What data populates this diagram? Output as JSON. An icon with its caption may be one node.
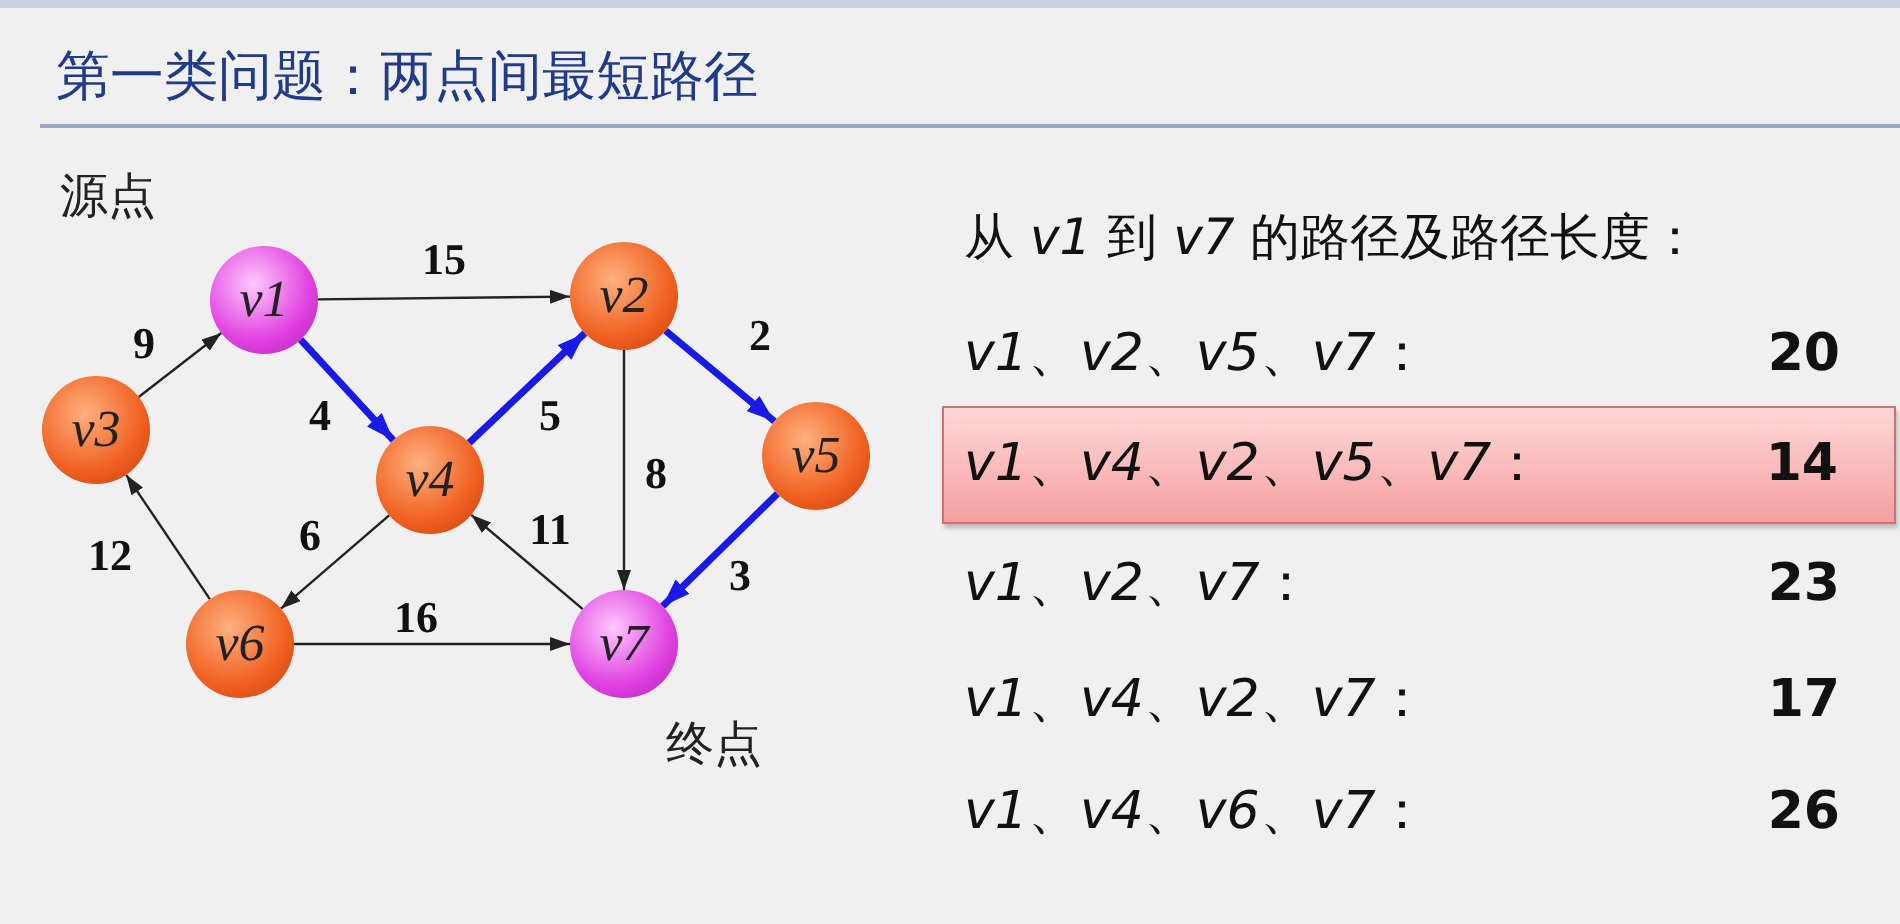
{
  "diagram": {
    "title": "第一类问题：两点间最短路径",
    "nodes": [
      {
        "text": [
          "v1"
        ],
        "beside": [
          "源点"
        ]
      },
      {
        "text": [
          "v2"
        ]
      },
      {
        "text": [
          "v3"
        ]
      },
      {
        "text": [
          "v4"
        ]
      },
      {
        "text": [
          "v5"
        ]
      },
      {
        "text": [
          "v6"
        ]
      },
      {
        "text": [
          "v7"
        ],
        "beside": [
          "终点"
        ]
      },
      {
        "text": [
          "*v1*、*v4*、*v2*、*v5*、*v7*：",
          "14"
        ]
      }
    ],
    "edges": [
      {
        "from": 0,
        "to": 1,
        "arrow": "to",
        "label": "15"
      },
      {
        "from": 2,
        "to": 0,
        "arrow": "to",
        "label": "9"
      },
      {
        "from": 0,
        "to": 3,
        "arrow": "to",
        "label": "4",
        "style": "thick",
        "color": "#1a1ae6"
      },
      {
        "from": 3,
        "to": 1,
        "arrow": "to",
        "label": "5",
        "style": "thick",
        "color": "#1a1ae6"
      },
      {
        "from": 1,
        "to": 4,
        "arrow": "to",
        "label": "2",
        "style": "thick",
        "color": "#1a1ae6"
      },
      {
        "from": 1,
        "to": 6,
        "arrow": "to",
        "label": "8"
      },
      {
        "from": 4,
        "to": 6,
        "arrow": "to",
        "label": "3",
        "style": "thick",
        "color": "#1a1ae6"
      },
      {
        "from": 3,
        "to": 5,
        "arrow": "to",
        "label": "6"
      },
      {
        "from": 6,
        "to": 3,
        "arrow": "to",
        "label": "11"
      },
      {
        "from": 5,
        "to": 2,
        "arrow": "to",
        "label": "12"
      },
      {
        "from": 5,
        "to": 6,
        "arrow": "to",
        "label": "16"
      }
    ],
    "labels": [
      "从 *v1* 到 *v7* 的路径及路径长度：",
      "*v1*、*v2*、*v5*、*v7*：",
      "20",
      "*v1*、*v2*、*v7*：",
      "23",
      "*v1*、*v4*、*v2*、*v7*：",
      "17",
      "*v1*、*v4*、*v6*、*v7*：",
      "26"
    ]
  }
}
